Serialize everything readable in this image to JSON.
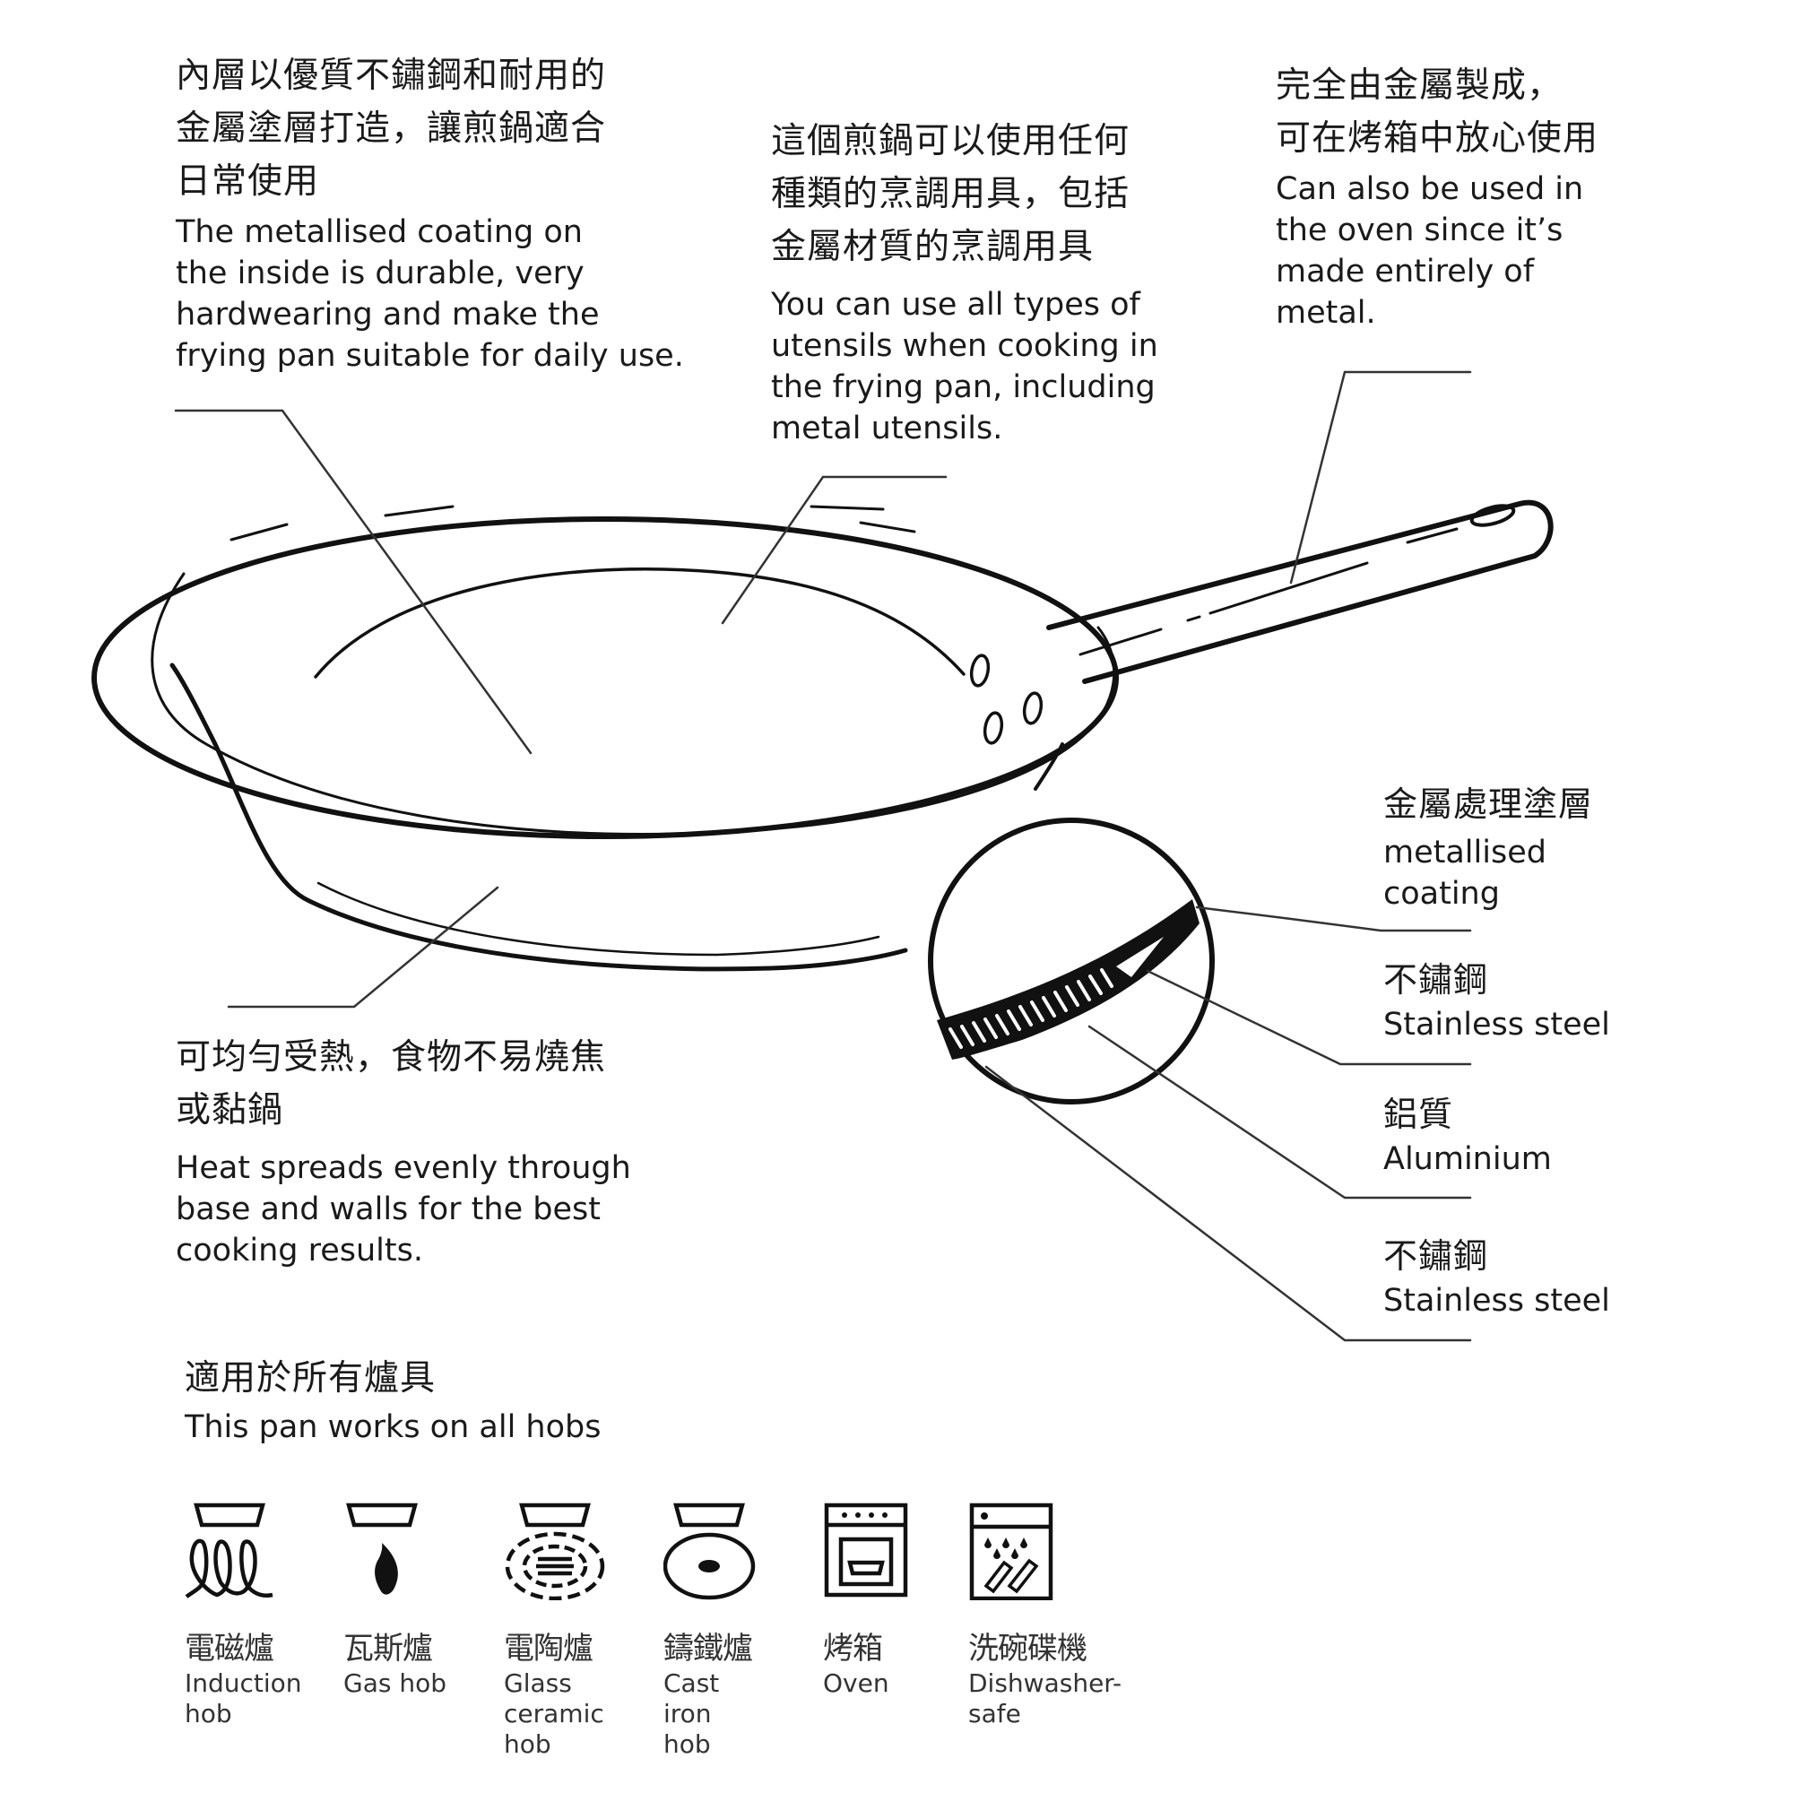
{
  "callouts": {
    "inner_coating": {
      "cn_lines": [
        "內層以優質不鏽鋼和耐用的",
        "金屬塗層打造，讓煎鍋適合",
        "日常使用"
      ],
      "en_lines": [
        "The metallised coating on",
        "the inside is durable, very",
        "hardwearing and make the",
        "frying pan suitable for daily use."
      ]
    },
    "utensils": {
      "cn_lines": [
        "這個煎鍋可以使用任何",
        "種類的烹調用具，包括",
        "金屬材質的烹調用具"
      ],
      "en_lines": [
        "You can use all types of",
        "utensils when cooking in",
        "the frying pan, including",
        "metal utensils."
      ]
    },
    "oven_safe": {
      "cn_lines": [
        "完全由金屬製成，",
        "可在烤箱中放心使用"
      ],
      "en_lines": [
        "Can also be used in",
        "the oven since it’s",
        "made entirely of",
        "metal."
      ]
    },
    "heat_spread": {
      "cn_lines": [
        "可均勻受熱，食物不易燒焦",
        "或黏鍋"
      ],
      "en_lines": [
        "Heat spreads evenly through",
        "base and walls for the best",
        "cooking results."
      ]
    }
  },
  "layers": [
    {
      "cn": "金屬處理塗層",
      "en_lines": [
        "metallised",
        "coating"
      ]
    },
    {
      "cn": "不鏽鋼",
      "en_lines": [
        "Stainless steel"
      ]
    },
    {
      "cn": "鋁質",
      "en_lines": [
        "Aluminium"
      ]
    },
    {
      "cn": "不鏽鋼",
      "en_lines": [
        "Stainless steel"
      ]
    }
  ],
  "hobs": {
    "title_cn": "適用於所有爐具",
    "title_en": "This pan works on all hobs",
    "items": [
      {
        "icon": "induction-hob-icon",
        "cn": "電磁爐",
        "en_lines": [
          "Induction",
          "hob"
        ]
      },
      {
        "icon": "gas-hob-icon",
        "cn": "瓦斯爐",
        "en_lines": [
          "Gas hob"
        ]
      },
      {
        "icon": "glass-ceramic-hob-icon",
        "cn": "電陶爐",
        "en_lines": [
          "Glass",
          "ceramic",
          "hob"
        ]
      },
      {
        "icon": "cast-iron-hob-icon",
        "cn": "鑄鐵爐",
        "en_lines": [
          "Cast iron",
          "hob"
        ]
      },
      {
        "icon": "oven-icon",
        "cn": "烤箱",
        "en_lines": [
          "Oven"
        ]
      },
      {
        "icon": "dishwasher-icon",
        "cn": "洗碗碟機",
        "en_lines": [
          "Dishwasher-",
          "safe"
        ]
      }
    ]
  },
  "colors": {
    "ink": "#1a1a1a",
    "leader": "#333333",
    "background": "#ffffff"
  }
}
